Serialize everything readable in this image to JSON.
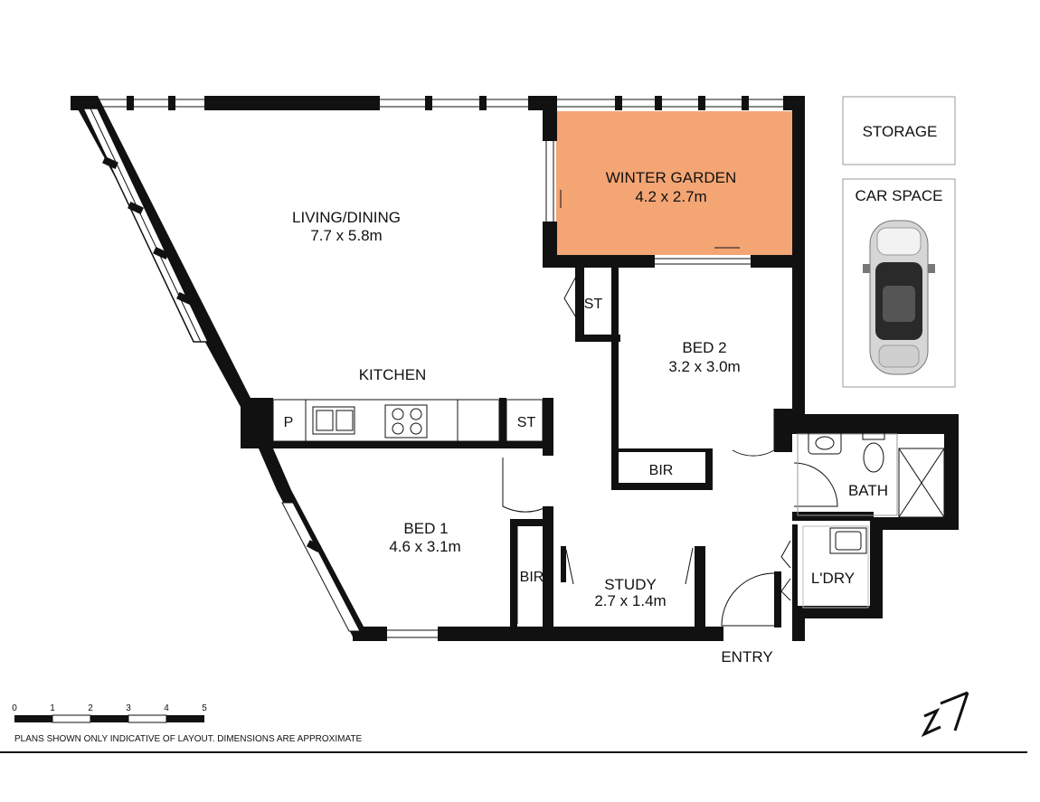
{
  "rooms": {
    "winter_garden": {
      "name": "WINTER GARDEN",
      "dims": "4.2 x 2.7m"
    },
    "living": {
      "name": "LIVING/DINING",
      "dims": "7.7 x 5.8m"
    },
    "kitchen": {
      "name": "KITCHEN"
    },
    "bed1": {
      "name": "BED 1",
      "dims": "4.6 x 3.1m"
    },
    "bed2": {
      "name": "BED 2",
      "dims": "3.2 x 3.0m"
    },
    "study": {
      "name": "STUDY",
      "dims": "2.7 x 1.4m"
    },
    "bath": {
      "name": "BATH"
    },
    "laundry": {
      "name": "L'DRY"
    },
    "entry": {
      "name": "ENTRY"
    },
    "pantry": {
      "name": "P"
    },
    "st_kitchen": {
      "name": "ST"
    },
    "st_hall": {
      "name": "ST"
    },
    "bir_bed1": {
      "name": "BIR"
    },
    "bir_bed2": {
      "name": "BIR"
    },
    "storage": {
      "name": "STORAGE"
    },
    "car_space": {
      "name": "CAR SPACE"
    }
  },
  "scale_bar": {
    "ticks": [
      "0",
      "1",
      "2",
      "3",
      "4",
      "5"
    ]
  },
  "disclaimer": "PLANS SHOWN ONLY INDICATIVE OF LAYOUT. DIMENSIONS ARE APPROXIMATE",
  "colors": {
    "winter_garden": "#f4a574",
    "walls": "#111111"
  },
  "icons": {
    "north_arrow": "north-arrow-icon",
    "car": "car-icon"
  }
}
